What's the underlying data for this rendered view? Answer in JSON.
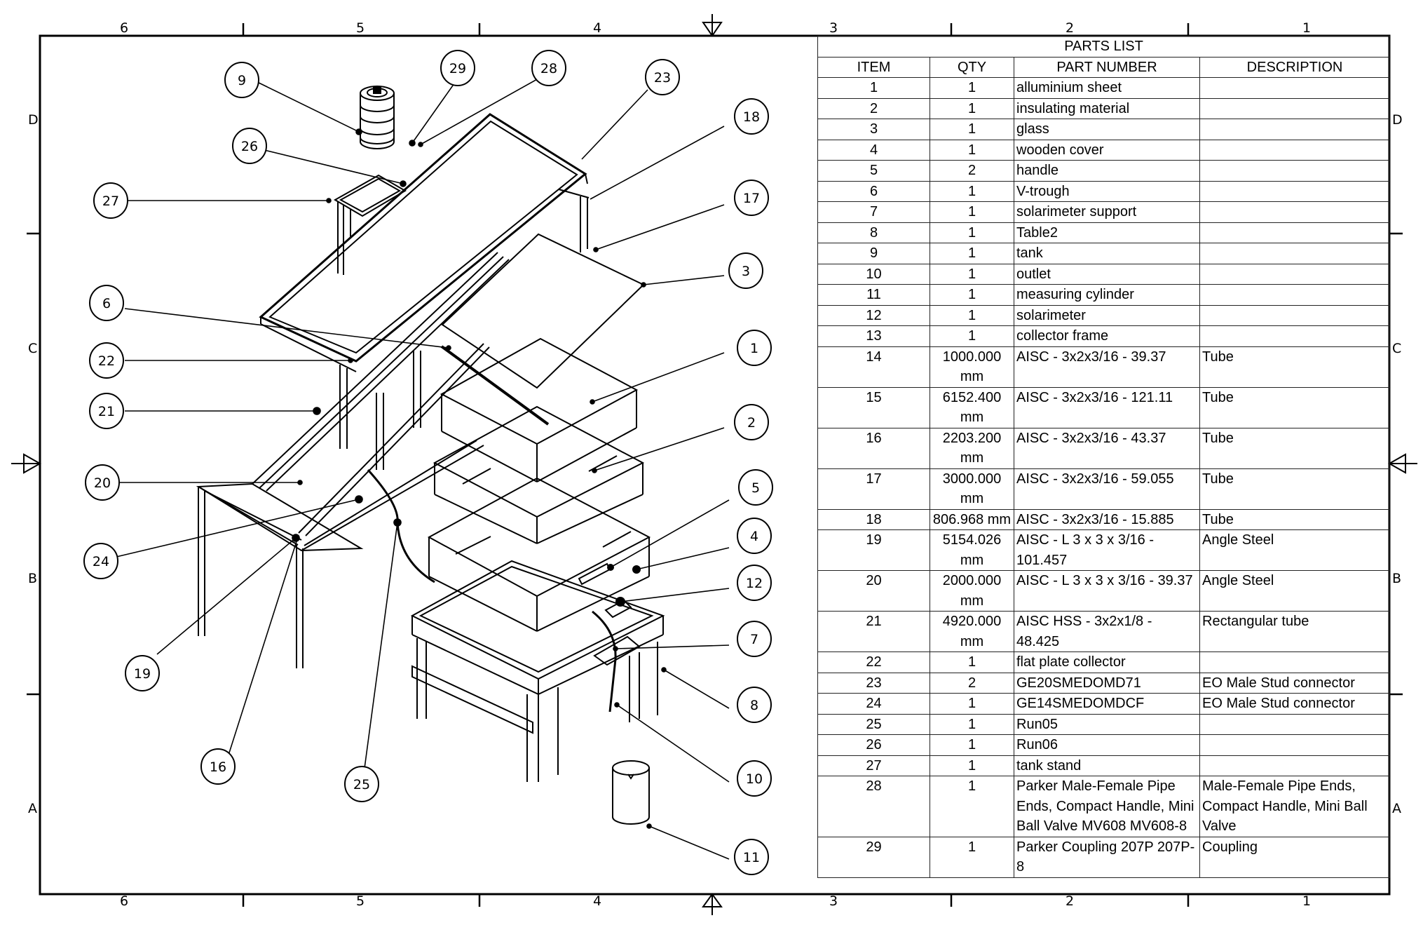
{
  "zones": {
    "columns": [
      "6",
      "5",
      "4",
      "3",
      "2",
      "1"
    ],
    "rows": [
      "D",
      "C",
      "B",
      "A"
    ]
  },
  "parts_list": {
    "title": "PARTS LIST",
    "headers": [
      "ITEM",
      "QTY",
      "PART NUMBER",
      "DESCRIPTION"
    ],
    "rows": [
      {
        "item": "1",
        "qty": "1",
        "part_number": "alluminium sheet",
        "description": ""
      },
      {
        "item": "2",
        "qty": "1",
        "part_number": "insulating material",
        "description": ""
      },
      {
        "item": "3",
        "qty": "1",
        "part_number": "glass",
        "description": ""
      },
      {
        "item": "4",
        "qty": "1",
        "part_number": "wooden cover",
        "description": ""
      },
      {
        "item": "5",
        "qty": "2",
        "part_number": "handle",
        "description": ""
      },
      {
        "item": "6",
        "qty": "1",
        "part_number": "V-trough",
        "description": ""
      },
      {
        "item": "7",
        "qty": "1",
        "part_number": "solarimeter support",
        "description": ""
      },
      {
        "item": "8",
        "qty": "1",
        "part_number": "Table2",
        "description": ""
      },
      {
        "item": "9",
        "qty": "1",
        "part_number": "tank",
        "description": ""
      },
      {
        "item": "10",
        "qty": "1",
        "part_number": "outlet",
        "description": ""
      },
      {
        "item": "11",
        "qty": "1",
        "part_number": "measuring cylinder",
        "description": ""
      },
      {
        "item": "12",
        "qty": "1",
        "part_number": "solarimeter",
        "description": ""
      },
      {
        "item": "13",
        "qty": "1",
        "part_number": "collector frame",
        "description": ""
      },
      {
        "item": "14",
        "qty": "1000.000 mm",
        "part_number": "AISC - 3x2x3/16 - 39.37",
        "description": "Tube"
      },
      {
        "item": "15",
        "qty": "6152.400 mm",
        "part_number": "AISC - 3x2x3/16 - 121.11",
        "description": "Tube"
      },
      {
        "item": "16",
        "qty": "2203.200 mm",
        "part_number": "AISC - 3x2x3/16 - 43.37",
        "description": "Tube"
      },
      {
        "item": "17",
        "qty": "3000.000 mm",
        "part_number": "AISC - 3x2x3/16 - 59.055",
        "description": "Tube"
      },
      {
        "item": "18",
        "qty": "806.968 mm",
        "part_number": "AISC - 3x2x3/16 - 15.885",
        "description": "Tube"
      },
      {
        "item": "19",
        "qty": "5154.026 mm",
        "part_number": "AISC - L 3 x 3 x 3/16 - 101.457",
        "description": "Angle Steel"
      },
      {
        "item": "20",
        "qty": "2000.000 mm",
        "part_number": "AISC - L 3 x 3 x 3/16 - 39.37",
        "description": "Angle Steel"
      },
      {
        "item": "21",
        "qty": "4920.000 mm",
        "part_number": "AISC HSS - 3x2x1/8 - 48.425",
        "description": "Rectangular tube"
      },
      {
        "item": "22",
        "qty": "1",
        "part_number": "flat plate collector",
        "description": ""
      },
      {
        "item": "23",
        "qty": "2",
        "part_number": "GE20SMEDOMD71",
        "description": "EO Male Stud connector"
      },
      {
        "item": "24",
        "qty": "1",
        "part_number": "GE14SMEDOMDCF",
        "description": "EO Male Stud connector"
      },
      {
        "item": "25",
        "qty": "1",
        "part_number": "Run05",
        "description": ""
      },
      {
        "item": "26",
        "qty": "1",
        "part_number": "Run06",
        "description": ""
      },
      {
        "item": "27",
        "qty": "1",
        "part_number": "tank stand",
        "description": ""
      },
      {
        "item": "28",
        "qty": "1",
        "part_number": "Parker Male-Female Pipe Ends, Compact Handle, Mini Ball Valve MV608 MV608-8",
        "description": "Male-Female Pipe Ends, Compact Handle, Mini Ball Valve"
      },
      {
        "item": "29",
        "qty": "1",
        "part_number": "Parker Coupling 207P 207P-8",
        "description": "Coupling"
      }
    ]
  },
  "balloons": [
    "9",
    "29",
    "28",
    "23",
    "18",
    "26",
    "27",
    "17",
    "3",
    "6",
    "22",
    "1",
    "21",
    "2",
    "20",
    "5",
    "24",
    "4",
    "12",
    "7",
    "19",
    "8",
    "16",
    "25",
    "10",
    "11"
  ],
  "colors": {
    "line": "#000000",
    "paper": "#ffffff"
  }
}
